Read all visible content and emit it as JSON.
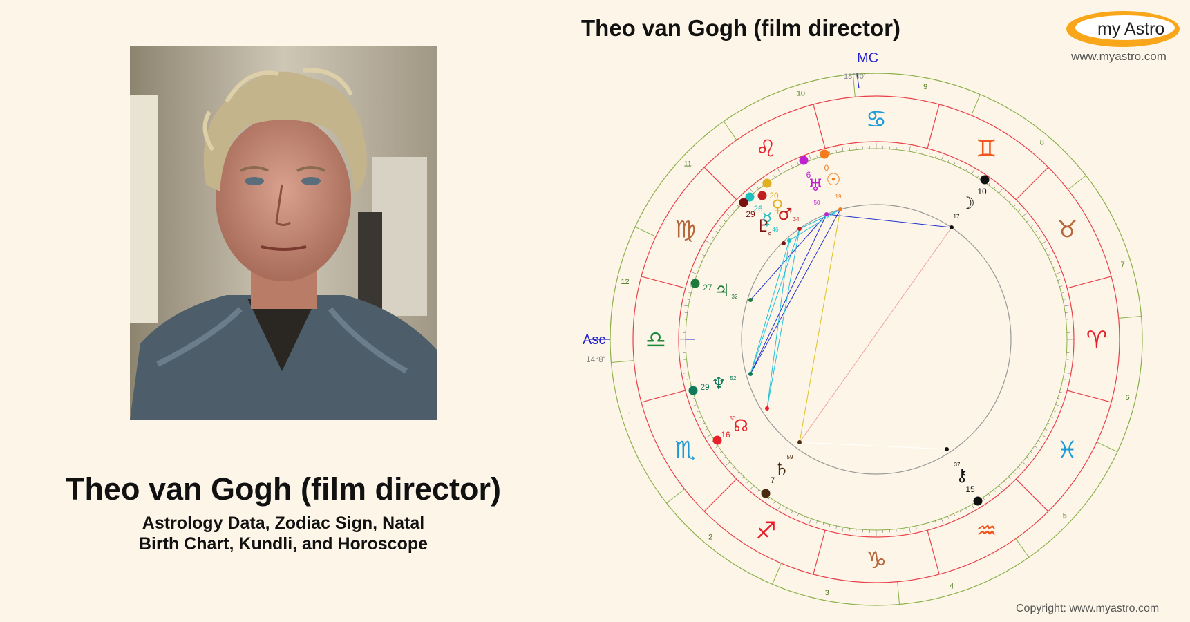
{
  "title": "Theo van Gogh (film director)",
  "subtitle_line1": "Astrology Data, Zodiac Sign, Natal",
  "subtitle_line2": "Birth Chart, Kundli, and Horoscope",
  "chart_title": "Theo van Gogh (film director)",
  "logo": {
    "text": "my Astro",
    "url": "www.myastro.com"
  },
  "copyright": "Copyright: www.myastro.com",
  "chart": {
    "mc_label": "MC",
    "mc_degree": "18°40'",
    "asc_label": "Asc",
    "asc_degree": "14°8'",
    "houses": [
      "1",
      "2",
      "3",
      "4",
      "5",
      "6",
      "7",
      "8",
      "9",
      "10",
      "11",
      "12"
    ],
    "signs": [
      {
        "name": "aries",
        "glyph": "♈",
        "color": "#e8202a"
      },
      {
        "name": "taurus",
        "glyph": "♉",
        "color": "#b5663a"
      },
      {
        "name": "gemini",
        "glyph": "♊",
        "color": "#f2561e"
      },
      {
        "name": "cancer",
        "glyph": "♋",
        "color": "#1e9bd7"
      },
      {
        "name": "leo",
        "glyph": "♌",
        "color": "#e8202a"
      },
      {
        "name": "virgo",
        "glyph": "♍",
        "color": "#b5663a"
      },
      {
        "name": "libra",
        "glyph": "♎",
        "color": "#1e8a3a"
      },
      {
        "name": "scorpio",
        "glyph": "♏",
        "color": "#1e9bd7"
      },
      {
        "name": "sagittarius",
        "glyph": "♐",
        "color": "#e8202a"
      },
      {
        "name": "capricorn",
        "glyph": "♑",
        "color": "#b5663a"
      },
      {
        "name": "aquarius",
        "glyph": "♒",
        "color": "#f2561e"
      },
      {
        "name": "pisces",
        "glyph": "♓",
        "color": "#1e9bd7"
      }
    ],
    "planets": [
      {
        "name": "sun",
        "glyph": "☉",
        "deg": "0",
        "min": "19",
        "color": "#f27c1e"
      },
      {
        "name": "moon",
        "glyph": "☽",
        "deg": "10",
        "min": "17",
        "color": "#111111"
      },
      {
        "name": "uranus",
        "glyph": "♅",
        "deg": "6",
        "min": "50",
        "color": "#c020d0"
      },
      {
        "name": "venus",
        "glyph": "♀",
        "deg": "20",
        "min": "",
        "color": "#e0b020"
      },
      {
        "name": "mars",
        "glyph": "♂",
        "deg": "",
        "min": "34",
        "color": "#c02020"
      },
      {
        "name": "mercury",
        "glyph": "☿",
        "deg": "26",
        "min": "46",
        "color": "#20c0c0"
      },
      {
        "name": "pluto",
        "glyph": "♇",
        "deg": "29",
        "min": "9",
        "color": "#7a1010"
      },
      {
        "name": "jupiter",
        "glyph": "♃",
        "deg": "27",
        "min": "32",
        "color": "#1e7a3a"
      },
      {
        "name": "neptune",
        "glyph": "♆",
        "deg": "29",
        "min": "52",
        "color": "#0e7a5a"
      },
      {
        "name": "node",
        "glyph": "☊",
        "deg": "16",
        "min": "50",
        "color": "#e8202a"
      },
      {
        "name": "saturn",
        "glyph": "♄",
        "deg": "7",
        "min": "59",
        "color": "#4a2a10"
      },
      {
        "name": "chiron",
        "glyph": "⚷",
        "deg": "15",
        "min": "37",
        "color": "#111111"
      }
    ]
  }
}
